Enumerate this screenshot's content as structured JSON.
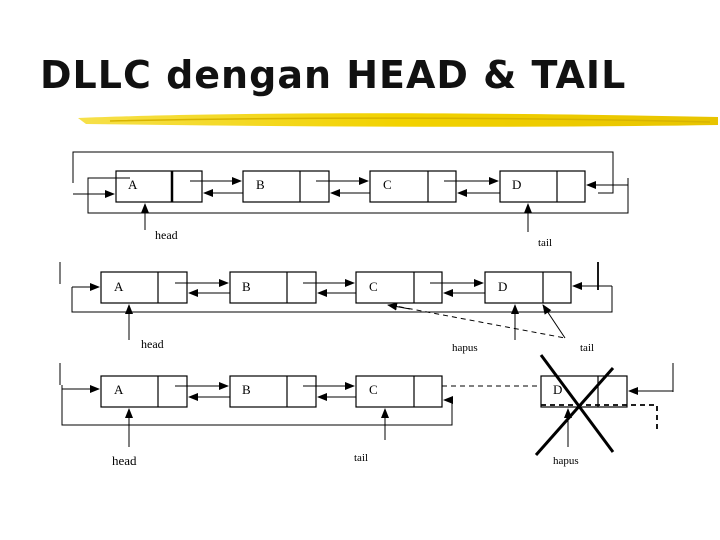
{
  "title": "DLLC dengan HEAD & TAIL",
  "colors": {
    "underline": "#f2d200",
    "underline_dark": "#d8b400",
    "ink": "#000000"
  },
  "diagrams": [
    {
      "nodes": [
        "A",
        "B",
        "C",
        "D"
      ],
      "labels": {
        "head": "head",
        "tail": "tail"
      }
    },
    {
      "nodes": [
        "A",
        "B",
        "C",
        "D"
      ],
      "labels": {
        "head": "head",
        "hapus": "hapus",
        "tail": "tail"
      }
    },
    {
      "nodes": [
        "A",
        "B",
        "C",
        "D"
      ],
      "labels": {
        "head": "head",
        "tail": "tail",
        "hapus": "hapus"
      }
    }
  ]
}
